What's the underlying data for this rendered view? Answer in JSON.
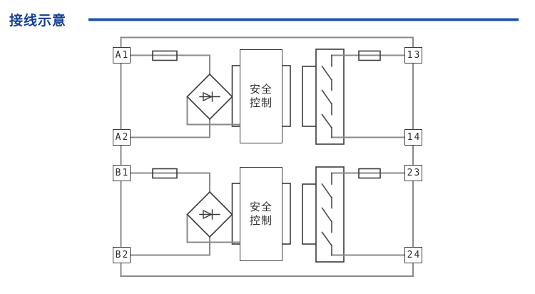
{
  "header": {
    "title": "接线示意",
    "accent_color": "#1f4fa5"
  },
  "diagram": {
    "colors": {
      "wire": "#8a8a8a",
      "device_outline": "#3b3b3b",
      "background": "#ffffff"
    },
    "symbols": {
      "fuse": "fuse-symbol",
      "bridge_rectifier": "bridge-rectifier-symbol",
      "safety_contacts": "relay-contacts-symbol"
    },
    "channels": [
      {
        "id": "A",
        "input_terminals": [
          {
            "label": "A1"
          },
          {
            "label": "A2"
          }
        ],
        "output_terminals": [
          {
            "label": "13"
          },
          {
            "label": "14"
          }
        ],
        "controller": {
          "lines": [
            "安全",
            "控制"
          ]
        }
      },
      {
        "id": "B",
        "input_terminals": [
          {
            "label": "B1"
          },
          {
            "label": "B2"
          }
        ],
        "output_terminals": [
          {
            "label": "23"
          },
          {
            "label": "24"
          }
        ],
        "controller": {
          "lines": [
            "安全",
            "控制"
          ]
        }
      }
    ]
  }
}
